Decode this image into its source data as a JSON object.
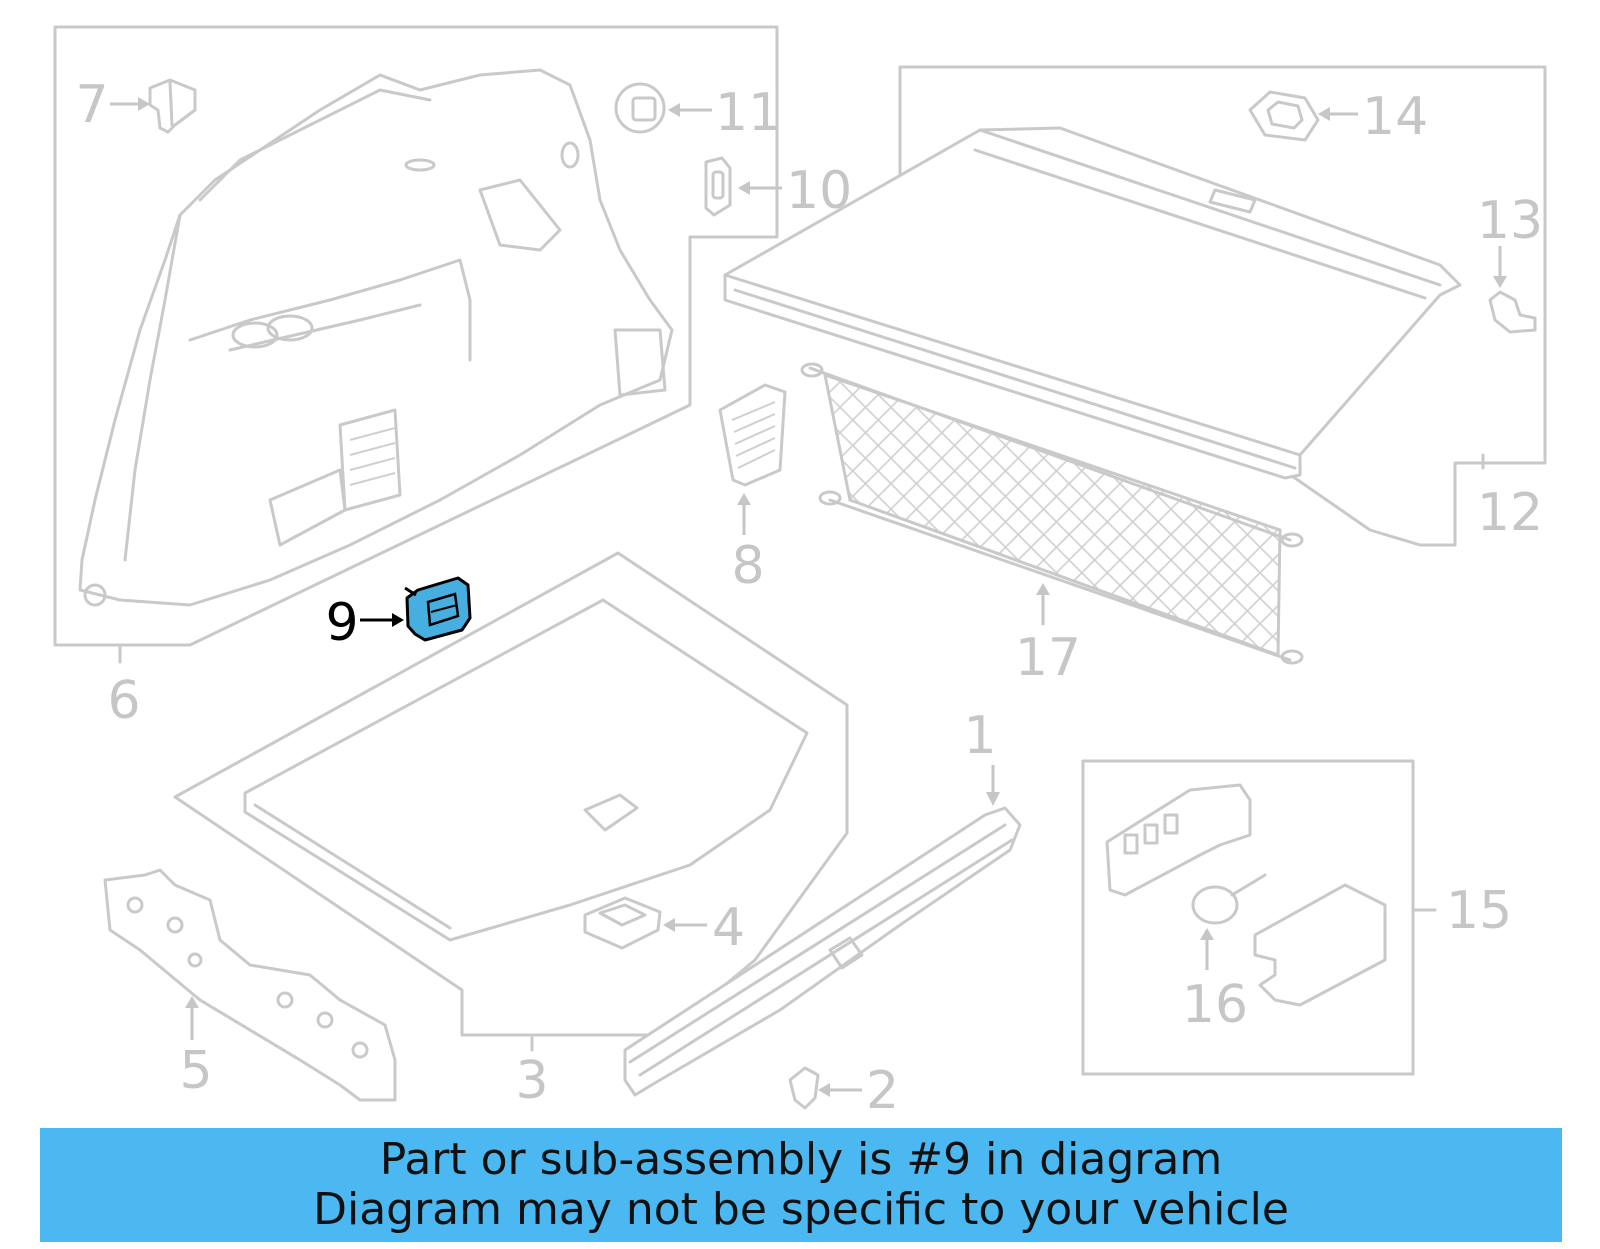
{
  "diagram": {
    "callouts": [
      "1",
      "2",
      "3",
      "4",
      "5",
      "6",
      "7",
      "8",
      "9",
      "10",
      "11",
      "12",
      "13",
      "14",
      "15",
      "16",
      "17"
    ],
    "highlighted_callout": "9",
    "colors": {
      "line_art": "#c9c9c9",
      "highlight_fill": "#47aee0",
      "highlight_text": "#000000",
      "banner_background": "#4bb8f2"
    }
  },
  "banner": {
    "line1": "Part or sub-assembly is #9 in diagram",
    "line2": "Diagram may not be specific to your vehicle"
  }
}
